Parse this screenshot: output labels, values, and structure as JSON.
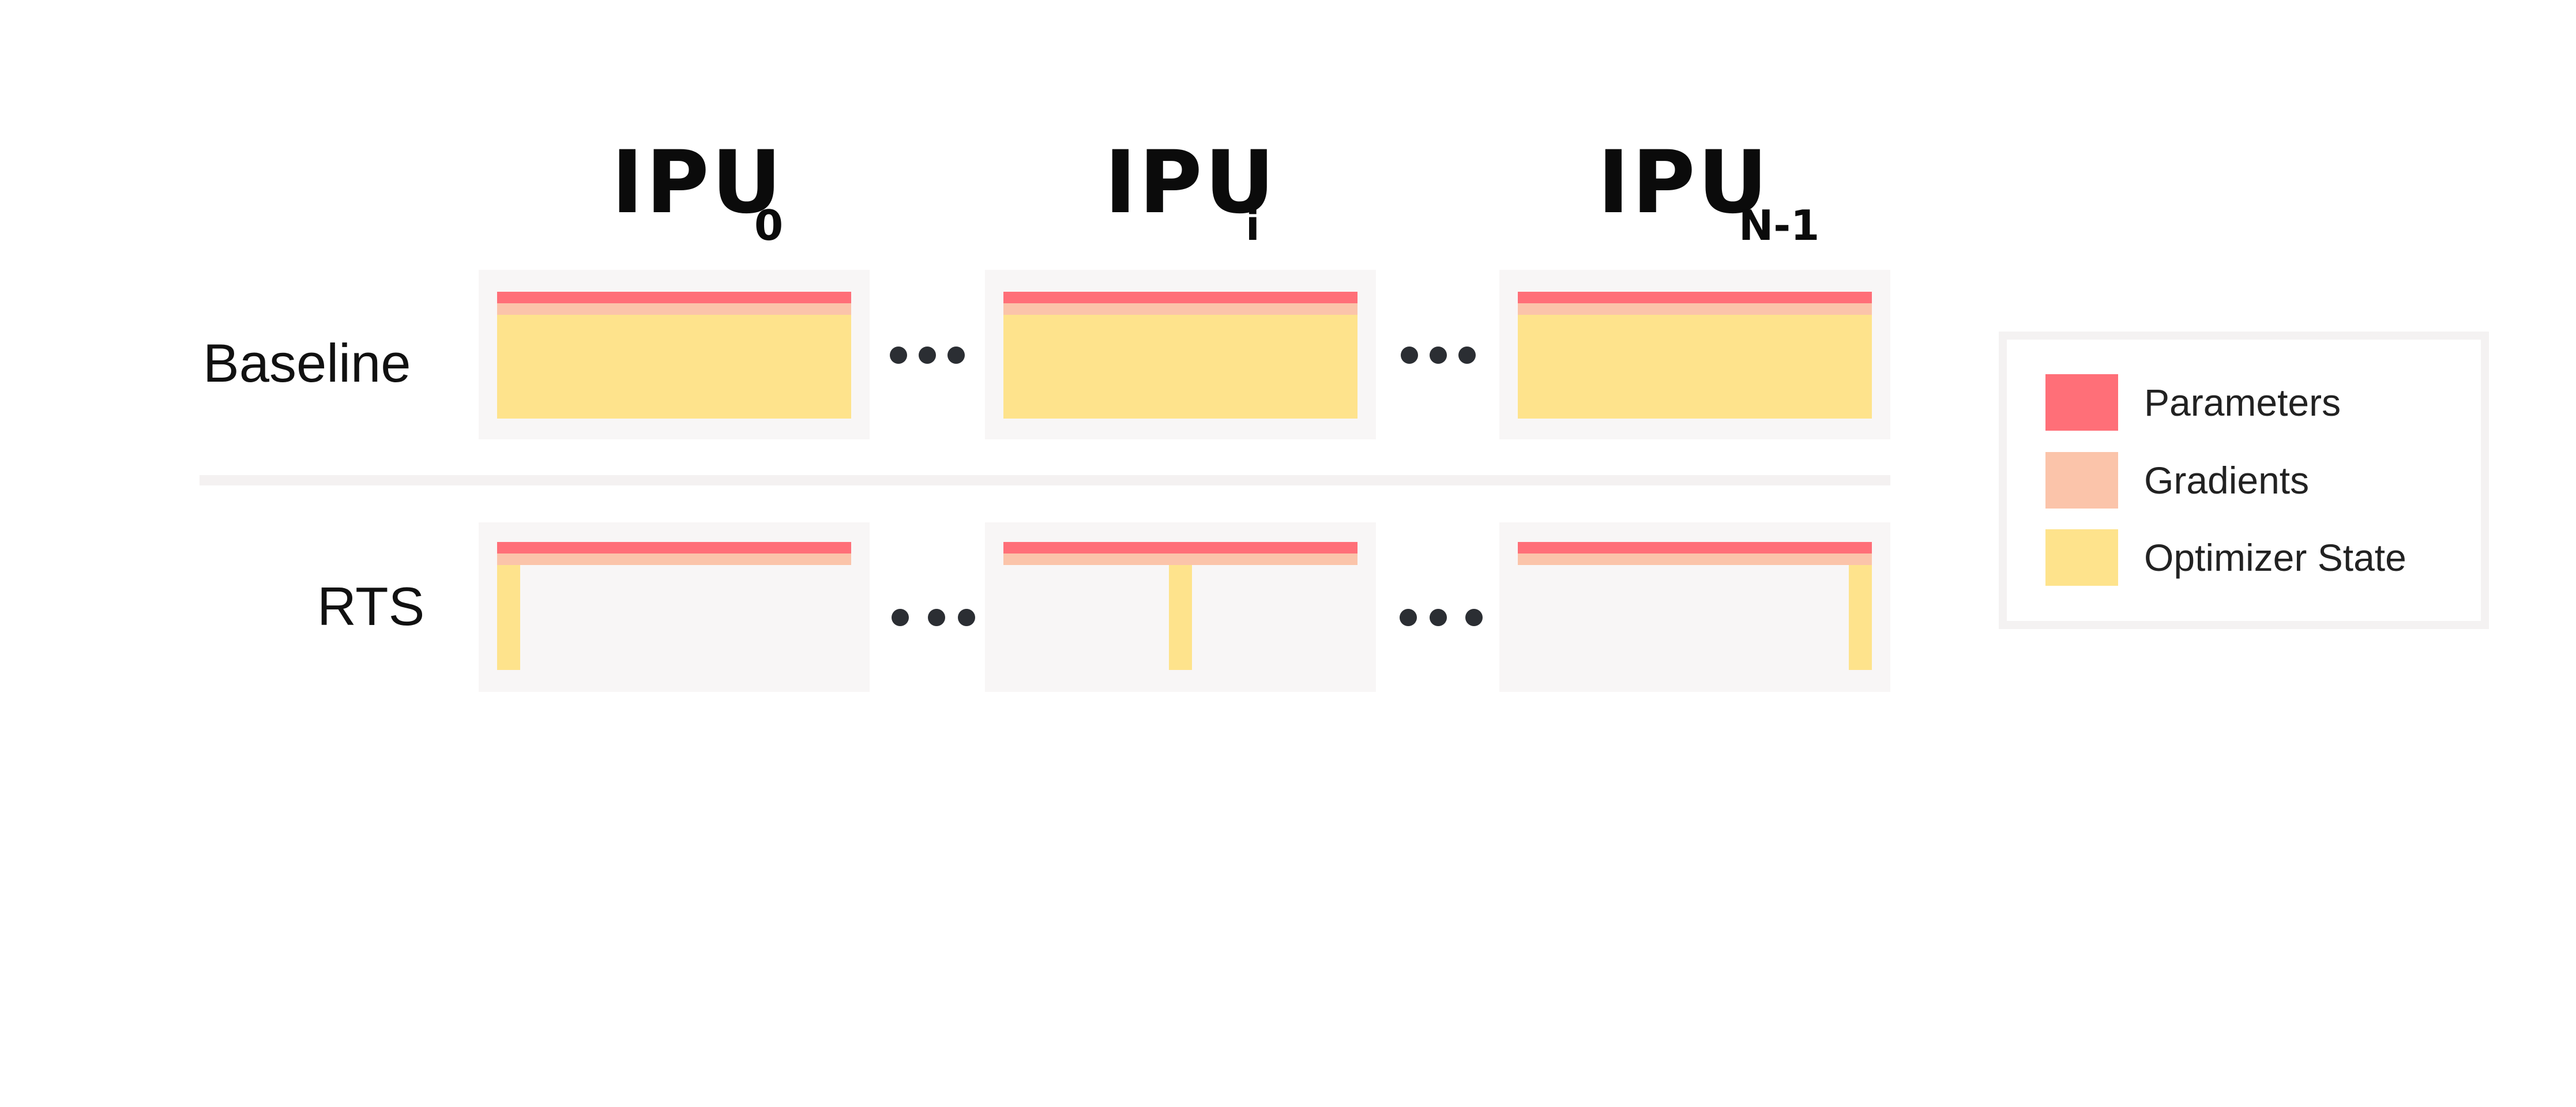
{
  "colors": {
    "parameters": "#ff6f78",
    "gradients": "#fbc4aa",
    "optimizer_state": "#fee38c",
    "panel_bg": "#f8f6f6",
    "separator": "#f4f1f1",
    "dots": "#2b2e33"
  },
  "columns": [
    {
      "main": "IPU",
      "sub": "0"
    },
    {
      "main": "IPU",
      "sub": "i"
    },
    {
      "main": "IPU",
      "sub": "N-1"
    }
  ],
  "rows": {
    "baseline": "Baseline",
    "rts": "RTS"
  },
  "rts_shard_position": [
    "first",
    "middle",
    "last"
  ],
  "legend": {
    "items": [
      {
        "label": "Parameters",
        "color": "#ff6f78"
      },
      {
        "label": "Gradients",
        "color": "#fbc4aa"
      },
      {
        "label": "Optimizer State",
        "color": "#fee38c"
      }
    ]
  }
}
